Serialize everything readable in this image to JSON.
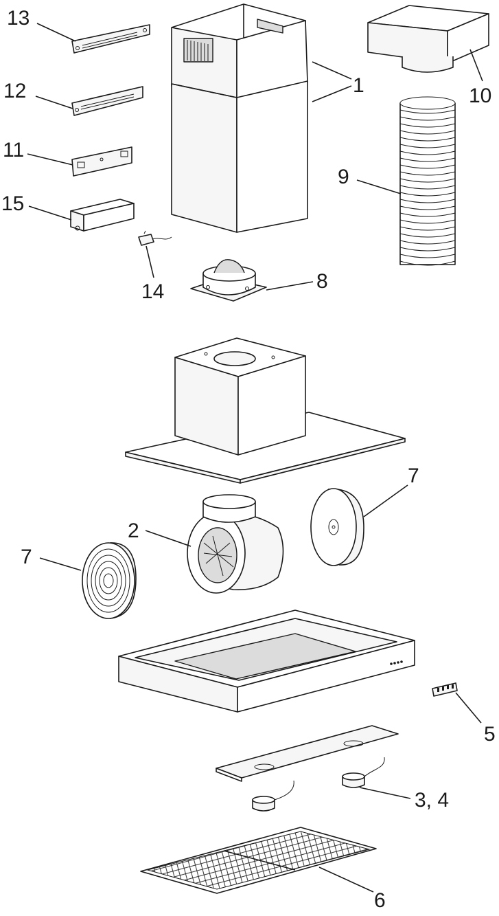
{
  "labels": {
    "p1": "1",
    "p2": "2",
    "p3_4": "3, 4",
    "p5": "5",
    "p6": "6",
    "p7a": "7",
    "p7b": "7",
    "p8": "8",
    "p9": "9",
    "p10": "10",
    "p11": "11",
    "p12": "12",
    "p13": "13",
    "p14": "14",
    "p15": "15"
  }
}
